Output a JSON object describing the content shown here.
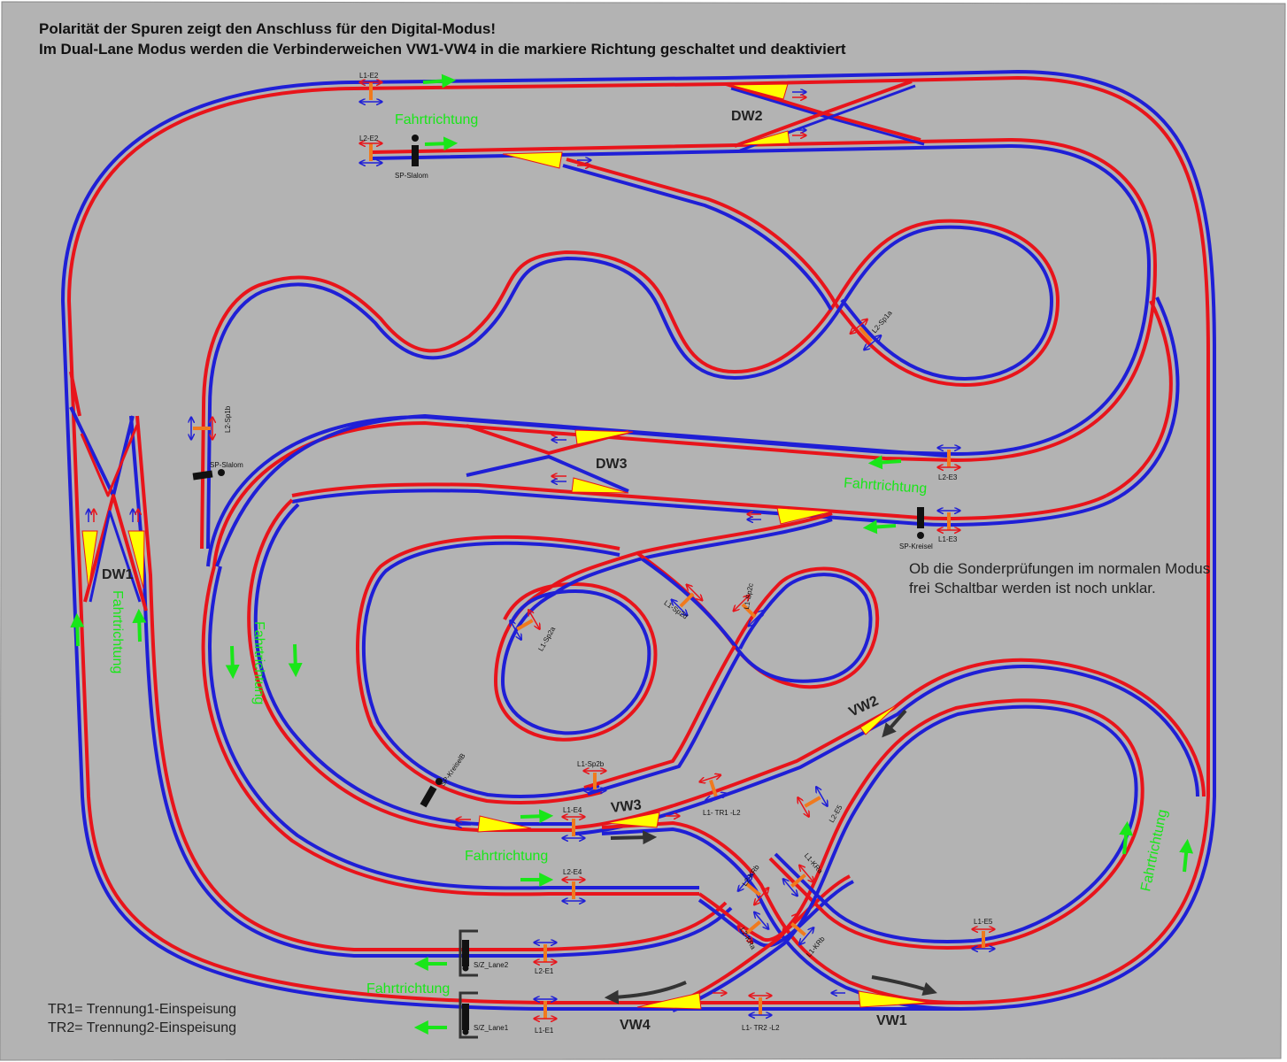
{
  "title": {
    "line1": "Polarität der Spuren zeigt den Anschluss für den Digital-Modus!",
    "line2": "Im Dual-Lane Modus werden die Verbinderweichen VW1-VW4 in die markiere Richtung geschaltet und deaktiviert"
  },
  "note": {
    "line1": "Ob die Sonderprüfungen im normalen Modus",
    "line2": "frei Schaltbar werden ist noch unklar."
  },
  "legend": {
    "tr1": "TR1= Trennung1-Einspeisung",
    "tr2": "TR2= Trennung2-Einspeisung"
  },
  "direction_label": "Fahrtrichtung",
  "switches": {
    "dw1": "DW1",
    "dw2": "DW2",
    "dw3": "DW3",
    "vw1": "VW1",
    "vw2": "VW2",
    "vw3": "VW3",
    "vw4": "VW4"
  },
  "sections": {
    "l1_e2": "L1-E2",
    "l2_e2": "L2-E2",
    "l2_e3": "L2-E3",
    "l1_e3": "L1-E3",
    "l1_e4": "L1-E4",
    "l2_e4": "L2-E4",
    "l2_e1": "L2-E1",
    "l1_e1": "L1-E1",
    "l1_e5": "L1-E5",
    "l2_e5": "L2-E5",
    "l2_sp1a": "L2-Sp1a",
    "l2_sp1b": "L2-Sp1b",
    "l1_sp2a": "L1-Sp2a",
    "l1_sp2b": "L1-Sp2b",
    "l1_sp2c": "L1-Sp2c",
    "l1_sp2d": "L1-Sp2d",
    "l1_tr1_l2": "L1- TR1 -L2",
    "l1_tr2_l2": "L1- TR2 -L2",
    "l1_kra": "L1-KRa",
    "l1_krb": "L1-KRb",
    "l2_kra": "L2-KRa",
    "l2_krb": "L2-KRb"
  },
  "sensors": {
    "sp_slalom_top": "SP-Slalom",
    "sp_slalom_left": "SP-Slalom",
    "sp_kreisel": "SP-Kreisel",
    "sp_kreiselb": "SP-KreiselB",
    "sz_lane2": "S/Z_Lane2",
    "sz_lane1": "S/Z_Lane1"
  },
  "colors": {
    "background": "#b3b3b3",
    "lane_red": "#e8141b",
    "lane_blue": "#1f1fd6",
    "switch_fill": "#ffff00",
    "direction_arrow": "#19e619",
    "section_marker": "#f07a1e",
    "dark_arrow": "#333333"
  }
}
